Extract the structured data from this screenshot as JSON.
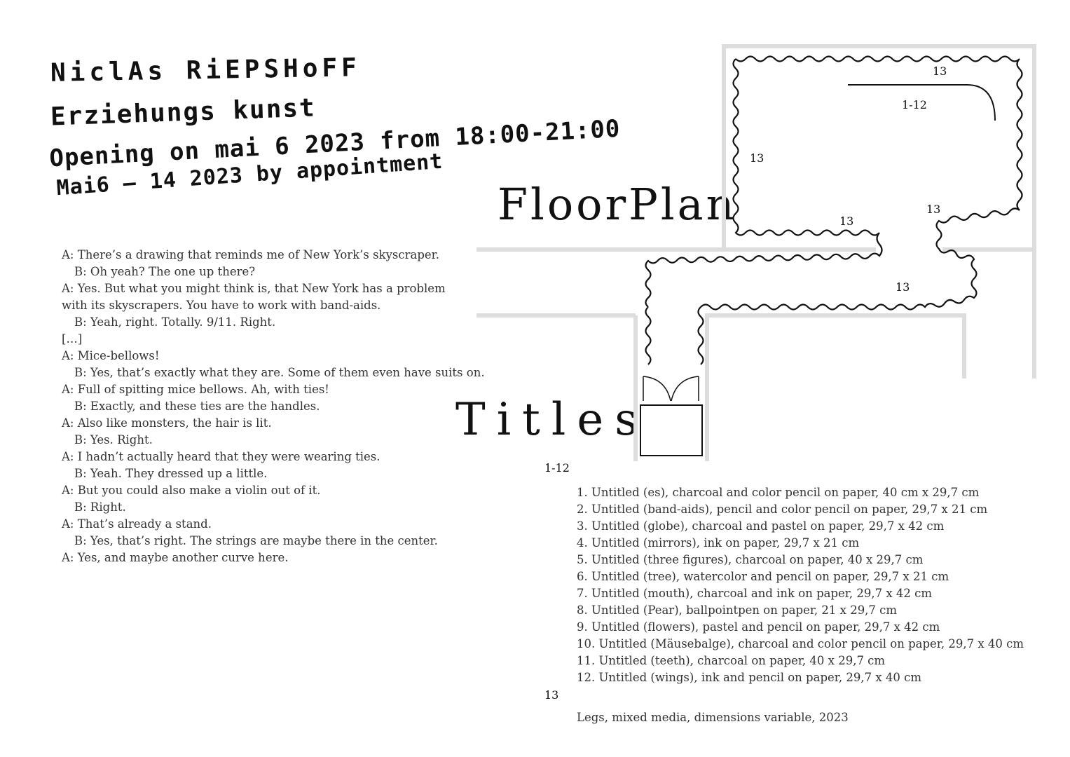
{
  "header": {
    "artist": "NiclAs RiEPSHoFF",
    "exhibition": "Erziehungs kunst",
    "opening": "Opening on mai 6 2023 from 18:00-21:00",
    "dates": "Mai6 – 14 2023 by appointment"
  },
  "headings": {
    "floorplan": "FloorPlan",
    "titles": "Titles"
  },
  "dialogue": [
    {
      "text": "A: There’s a drawing that reminds me of New York’s skyscraper.",
      "indent": false
    },
    {
      "text": "B: Oh yeah? The one up there?",
      "indent": true
    },
    {
      "text": "A: Yes. But what you might think is, that New York has a problem",
      "indent": false
    },
    {
      "text": "with its skyscrapers. You have to work with band-aids.",
      "indent": false
    },
    {
      "text": "B: Yeah, right. Totally. 9/11. Right.",
      "indent": true
    },
    {
      "text": "[…]",
      "indent": false
    },
    {
      "text": "A:  Mice-bellows!",
      "indent": false
    },
    {
      "text": "B:  Yes, that’s exactly what they are. Some of them even have suits on.",
      "indent": true
    },
    {
      "text": "A:  Full of spitting mice bellows. Ah, with ties!",
      "indent": false
    },
    {
      "text": "B:  Exactly, and these ties are the handles.",
      "indent": true
    },
    {
      "text": "A:  Also like monsters, the hair is lit.",
      "indent": false
    },
    {
      "text": "B:  Yes. Right.",
      "indent": true
    },
    {
      "text": "A:  I hadn’t actually heard that they were wearing ties.",
      "indent": false
    },
    {
      "text": "B:  Yeah. They dressed up a little.",
      "indent": true
    },
    {
      "text": "A: But you could also make a violin out of it.",
      "indent": false
    },
    {
      "text": "B: Right.",
      "indent": true
    },
    {
      "text": "A: That’s already a stand.",
      "indent": false
    },
    {
      "text": "B: Yes, that’s right. The strings are maybe there in the center.",
      "indent": true
    },
    {
      "text": "A: Yes, and maybe another curve here.",
      "indent": false
    }
  ],
  "floorplan_labels": {
    "n13_top": "13",
    "n112_room": "1-12",
    "n13_left": "13",
    "n13_bottom": "13",
    "n13_right": "13",
    "n13_corridor": "13"
  },
  "titles_section": {
    "group1_label": "1-12",
    "works": [
      "1. Untitled (es), charcoal and color pencil on paper, 40 cm x 29,7 cm",
      "2. Untitled (band-aids), pencil and color pencil on paper, 29,7 x 21 cm",
      "3. Untitled (globe), charcoal and pastel on paper, 29,7 x 42 cm",
      "4. Untitled (mirrors), ink on paper, 29,7 x 21 cm",
      "5. Untitled (three figures), charcoal on paper, 40 x 29,7 cm",
      "6. Untitled (tree), watercolor and pencil on paper, 29,7 x 21 cm",
      "7. Untitled (mouth), charcoal and ink on paper, 29,7 x 42 cm",
      "8. Untitled (Pear), ballpointpen on paper, 21 x 29,7 cm",
      "9. Untitled (flowers), pastel and pencil on paper, 29,7 x 42 cm",
      "10. Untitled (Mäusebalge), charcoal and color pencil on paper, 29,7 x 40 cm",
      "11. Untitled (teeth), charcoal on paper, 40 x 29,7 cm",
      "12. Untitled (wings), ink and pencil on paper, 29,7 x 40 cm"
    ],
    "group2_label": "13",
    "legs": "Legs, mixed media, dimensions variable, 2023"
  }
}
